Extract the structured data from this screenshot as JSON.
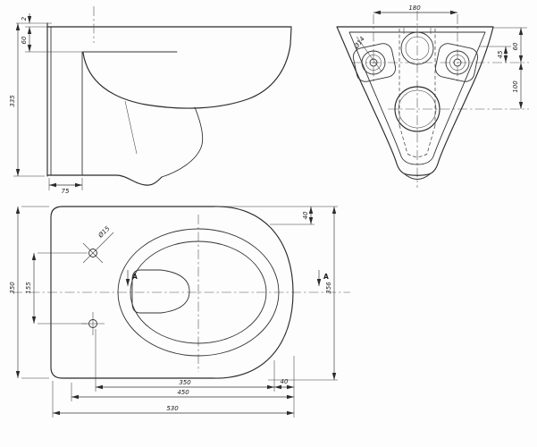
{
  "drawing": {
    "side_view": {
      "dim_rim_lip": "2",
      "dim_rim_height": "60",
      "dim_overall_height": "335",
      "dim_mount_depth": "75"
    },
    "rear_view": {
      "dim_hole_spacing": "180",
      "dim_hole_diameter": "Ø14",
      "dim_top_to_holes": "60",
      "dim_ledge_to_holes": "45",
      "dim_holes_to_outlet": "100"
    },
    "plan_view": {
      "dim_back_width": "350",
      "dim_seat_hole_spacing": "155",
      "dim_overall_width": "356",
      "dim_top_edge_offset": "40",
      "dim_holes_to_front": "350",
      "dim_front_segment": "40",
      "dim_inner_length": "450",
      "dim_overall_length": "530",
      "dim_seat_hole_diameter": "Ø15",
      "section_marker": "A"
    }
  }
}
